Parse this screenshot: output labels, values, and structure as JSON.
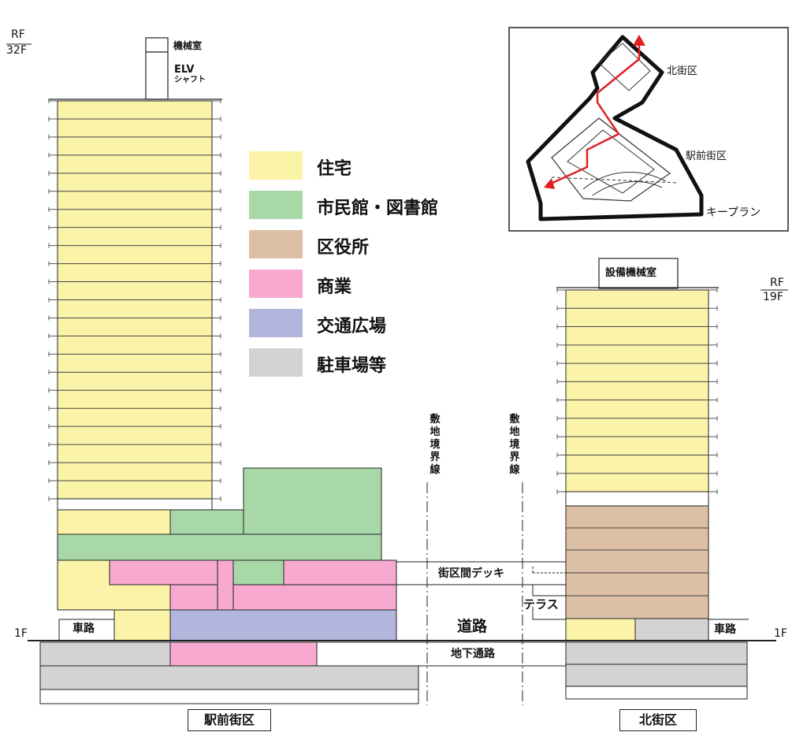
{
  "legend": [
    {
      "label": "住宅",
      "color": "#fbf3a8"
    },
    {
      "label": "市民館・図書館",
      "color": "#a9d8a8"
    },
    {
      "label": "区役所",
      "color": "#dcc0a6"
    },
    {
      "label": "商業",
      "color": "#f7a9cf"
    },
    {
      "label": "交通広場",
      "color": "#b3b6dc"
    },
    {
      "label": "駐車場等",
      "color": "#d3d3d3"
    }
  ],
  "labels": {
    "rf_left_top": "RF",
    "rf_left_floor": "32F",
    "rf_right_top": "RF",
    "rf_right_floor": "19F",
    "machine_room": "機械室",
    "elv": "ELV",
    "elv_shaft": "シャフト",
    "equipment_room": "設備機械室",
    "site_boundary_1": "敷地境界線",
    "site_boundary_2": "敷地境界線",
    "deck": "街区間デッキ",
    "terrace": "テラス",
    "road": "道路",
    "underground": "地下通路",
    "car_road_left": "車路",
    "car_road_right": "車路",
    "ground_left": "1F",
    "ground_right": "1F",
    "district_left": "駅前街区",
    "district_right": "北街区"
  },
  "keyplan": {
    "north": "北街区",
    "station": "駅前街区",
    "title": "キープラン"
  }
}
